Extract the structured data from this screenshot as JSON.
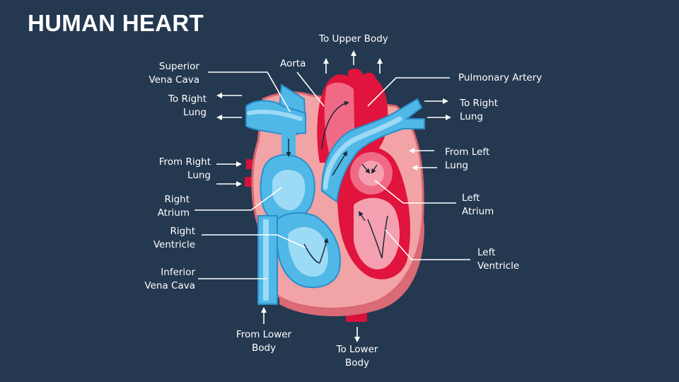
{
  "title": "HUMAN HEART",
  "labels": {
    "to_upper_body": "To Upper Body",
    "aorta": "Aorta",
    "pulmonary_artery": "Pulmonary Artery",
    "superior_vena_cava": [
      "Superior",
      "Vena Cava"
    ],
    "to_right_lung_left": [
      "To Right",
      "Lung"
    ],
    "to_right_lung_right": [
      "To Right",
      "Lung"
    ],
    "from_right_lung": [
      "From Right",
      "Lung"
    ],
    "from_left_lung": [
      "From Left",
      "Lung"
    ],
    "right_atrium": [
      "Right",
      "Atrium"
    ],
    "left_atrium": [
      "Left",
      "Atrium"
    ],
    "right_ventricle": [
      "Right",
      "Ventricle"
    ],
    "left_ventricle": [
      "Left",
      "Ventricle"
    ],
    "inferior_vena_cava": [
      "Inferior",
      "Vena Cava"
    ],
    "from_lower_body": [
      "From Lower",
      "Body"
    ],
    "to_lower_body": [
      "To Lower",
      "Body"
    ]
  },
  "colors": {
    "background": "#243850",
    "text": "#ffffff",
    "oxygenated": "#e0143c",
    "deoxygenated": "#4fb8e6",
    "heart_muscle": "#f3a0a2"
  }
}
